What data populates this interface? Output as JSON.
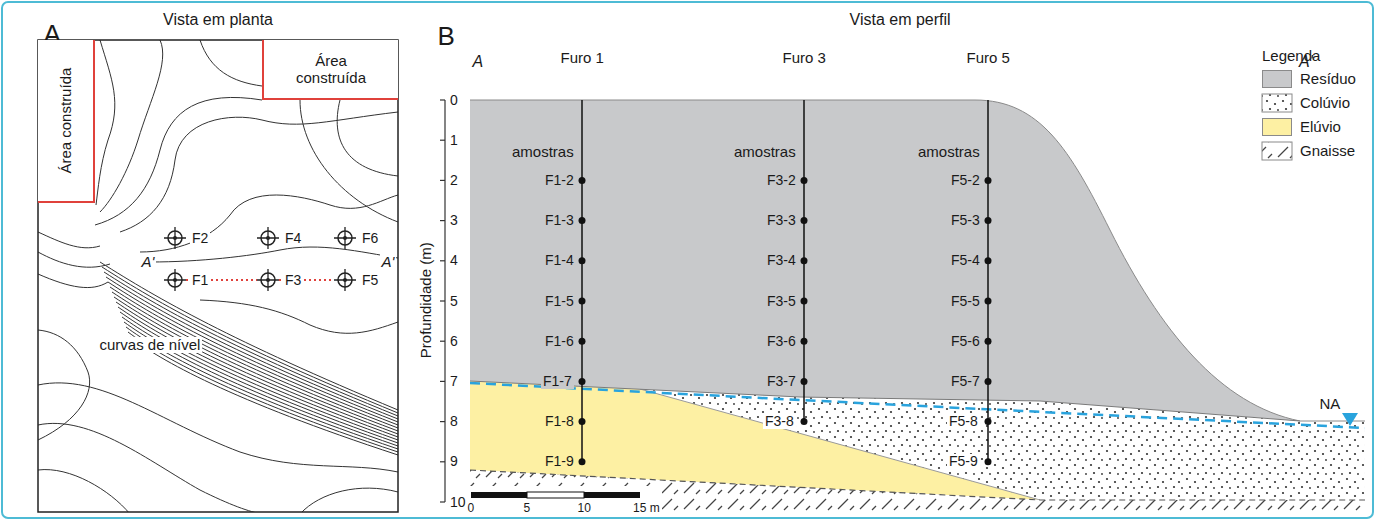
{
  "diagram": {
    "nodes": [
      {
        "text": [
          "Área construída"
        ]
      },
      {
        "text": [
          "Área construída"
        ]
      }
    ],
    "labels": [
      "Vista em planta",
      "A",
      "F2",
      "F4",
      "F6",
      "A'",
      "F1",
      "F3",
      "F5",
      "A'",
      "curvas de nível",
      "Vista em perfil",
      "B",
      "A",
      "Furo 1",
      "Furo 3",
      "Furo 5",
      "A'",
      "Legenda",
      "0",
      "1",
      "2",
      "3",
      "4",
      "5",
      "6",
      "7",
      "8",
      "9",
      "10",
      "Profundidade (m)",
      "amostras",
      "amostras",
      "amostras",
      "F1-2",
      "F1-3",
      "F1-4",
      "F1-5",
      "F1-6",
      "F1-7",
      "F1-8",
      "F1-9",
      "F3-2",
      "F3-3",
      "F3-4",
      "F3-5",
      "F3-6",
      "F3-7",
      "F3-8",
      "F5-2",
      "F5-3",
      "F5-4",
      "F5-5",
      "F5-6",
      "F5-7",
      "F5-8",
      "F5-9",
      "NA",
      "0",
      "5",
      "10",
      "15 m"
    ],
    "legend": [
      {
        "text": "Resíduo",
        "color": "#c8c9cb"
      },
      {
        "text": "Colúvio"
      },
      {
        "text": "Elúvio",
        "color": "#fdf0a3"
      },
      {
        "text": "Gnaisse"
      }
    ]
  }
}
